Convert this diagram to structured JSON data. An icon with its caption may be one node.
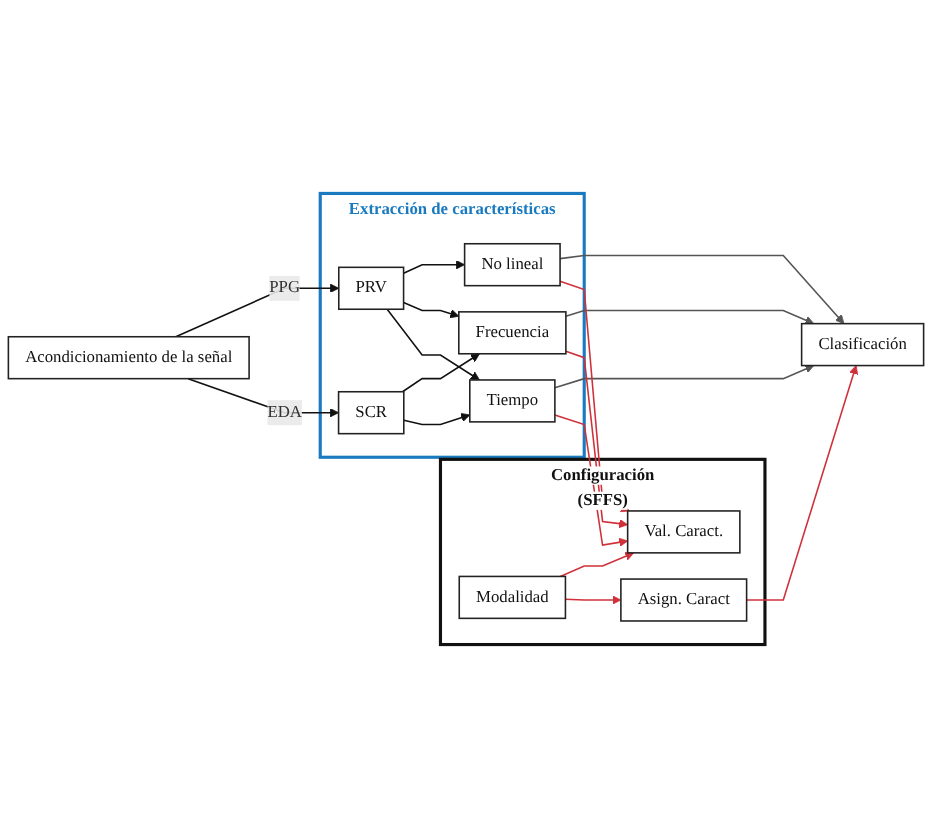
{
  "diagram": {
    "nodes": [
      {
        "text": [
          "Configuración",
          "(SFFS)"
        ]
      },
      {
        "text": [
          "Modalidad"
        ],
        "in": 0
      },
      {
        "text": [
          "Val. Caract."
        ],
        "in": 0
      },
      {
        "text": [
          "Asign. Caract"
        ],
        "in": 0
      },
      {
        "text": [
          "Clasificación"
        ]
      },
      {
        "text": [
          "Acondicionamiento de la señal"
        ]
      },
      {
        "text": [
          "Extracción de características"
        ]
      },
      {
        "text": [
          "PRV"
        ],
        "in": 6
      },
      {
        "text": [
          "SCR"
        ],
        "in": 6
      },
      {
        "text": [
          "No lineal"
        ],
        "in": 6
      },
      {
        "text": [
          "Frecuencia"
        ],
        "in": 6
      },
      {
        "text": [
          "Tiempo"
        ],
        "in": 6
      }
    ],
    "edges": [
      {
        "from": 1,
        "to": 2,
        "arrow": "to",
        "color": "#d0303a"
      },
      {
        "from": 1,
        "to": 3,
        "arrow": "to",
        "color": "#d0303a"
      },
      {
        "from": 3,
        "to": 4,
        "arrow": "to",
        "color": "#d0303a"
      },
      {
        "from": 5,
        "to": 7,
        "arrow": "to",
        "label": "PPG"
      },
      {
        "from": 5,
        "to": 8,
        "arrow": "to",
        "label": "EDA"
      },
      {
        "from": 7,
        "to": 9,
        "arrow": "to"
      },
      {
        "from": 7,
        "to": 10,
        "arrow": "to"
      },
      {
        "from": 7,
        "to": 11,
        "arrow": "to"
      },
      {
        "from": 8,
        "to": 10,
        "arrow": "to"
      },
      {
        "from": 8,
        "to": 11,
        "arrow": "to"
      },
      {
        "from": 9,
        "to": 4,
        "arrow": "to",
        "color": "#555555"
      },
      {
        "from": 10,
        "to": 4,
        "arrow": "to",
        "color": "#555555"
      },
      {
        "from": 11,
        "to": 4,
        "arrow": "to",
        "color": "#555555"
      },
      {
        "from": 9,
        "to": 2,
        "arrow": "to",
        "color": "#d0303a"
      },
      {
        "from": 10,
        "to": 2,
        "arrow": "to",
        "color": "#d0303a"
      },
      {
        "from": 11,
        "to": 2,
        "arrow": "to",
        "color": "#d0303a"
      }
    ]
  }
}
